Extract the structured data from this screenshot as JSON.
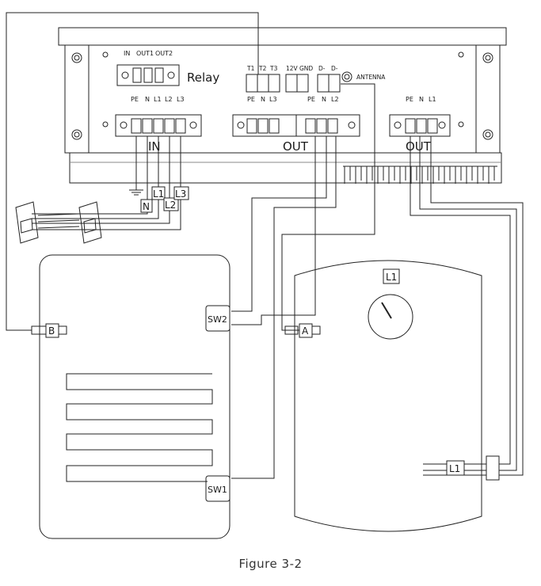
{
  "caption": "Figure 3-2",
  "controller": {
    "relay": {
      "pins": [
        "IN",
        "OUT1",
        "OUT2"
      ],
      "title": "Relay"
    },
    "sensor_terminal": {
      "pins": [
        "T1",
        "T2",
        "T3"
      ]
    },
    "power_terminal": {
      "pins": [
        "12V",
        "GND"
      ]
    },
    "bus_terminal": {
      "pins": [
        "D-",
        "D-"
      ]
    },
    "antenna_label": "ANTENNA",
    "input_block": {
      "pins": [
        "PE",
        "N",
        "L1",
        "L2",
        "L3"
      ],
      "title": "IN"
    },
    "output_block_1": {
      "pins": [
        "PE",
        "N",
        "L3"
      ]
    },
    "output_block_2": {
      "pins": [
        "PE",
        "N",
        "L2"
      ]
    },
    "output_group_title": "OUT",
    "output_block_3": {
      "pins": [
        "PE",
        "N",
        "L1"
      ],
      "title": "OUT"
    }
  },
  "mains_labels": {
    "n": "N",
    "l1": "L1",
    "l2": "L2",
    "l3": "L3"
  },
  "left_tank": {
    "sw1": "SW1",
    "sw2": "SW2",
    "sensor": "B"
  },
  "right_tank": {
    "top_label": "L1",
    "sensor": "A",
    "heater_label": "L1"
  }
}
